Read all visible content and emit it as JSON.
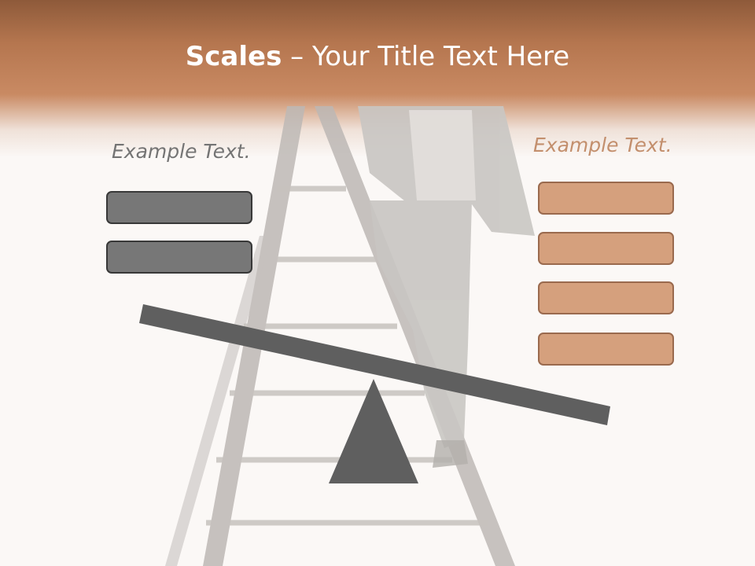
{
  "slide": {
    "title_bold": "Scales",
    "title_rest": " – Your Title Text Here",
    "left_label": "Example Text.",
    "right_label": "Example Text."
  },
  "colors": {
    "header": "#b5764f",
    "left_boxes": "#777777",
    "right_boxes": "#d5a07d",
    "beam": "#5f5f5f"
  },
  "scale": {
    "left_box_count": 2,
    "right_box_count": 4
  }
}
